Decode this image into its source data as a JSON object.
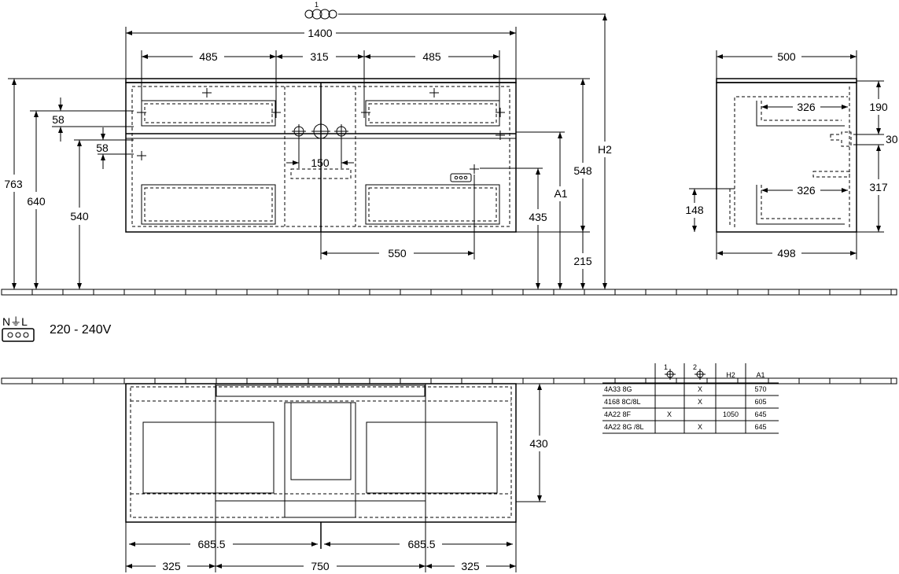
{
  "front_view": {
    "total_width": "1400",
    "drawer_width_left": "485",
    "middle_width": "315",
    "drawer_width_right": "485",
    "height_total": "763",
    "height_640": "640",
    "height_540": "540",
    "gap_top": "58",
    "gap_mid": "58",
    "tap_spacing": "150",
    "socket_offset": "550",
    "height_435": "435",
    "height_548": "548",
    "height_215": "215",
    "label_a1": "A1",
    "label_h2": "H2",
    "tap_callout": "1"
  },
  "side_view": {
    "depth_top": "500",
    "depth_bottom": "498",
    "inner_depth_upper": "326",
    "inner_depth_lower": "326",
    "height_190": "190",
    "height_30": "30",
    "height_317": "317",
    "height_148": "148"
  },
  "electrical": {
    "symbol": "N⏚L",
    "voltage": "220 - 240V"
  },
  "plan_view": {
    "depth": "430",
    "half_left": "685.5",
    "half_right": "685.5",
    "side_left": "325",
    "center": "750",
    "side_right": "325"
  },
  "compat_table": {
    "headers": [
      "",
      "1",
      "2",
      "H2",
      "A1"
    ],
    "rows": [
      [
        "4A33 8G",
        "",
        "X",
        "",
        "570"
      ],
      [
        "4168 8C/8L",
        "",
        "X",
        "",
        "605"
      ],
      [
        "4A22 8F",
        "X",
        "",
        "1050",
        "645"
      ],
      [
        "4A22 8G /8L",
        "",
        "X",
        "",
        "645"
      ]
    ]
  }
}
